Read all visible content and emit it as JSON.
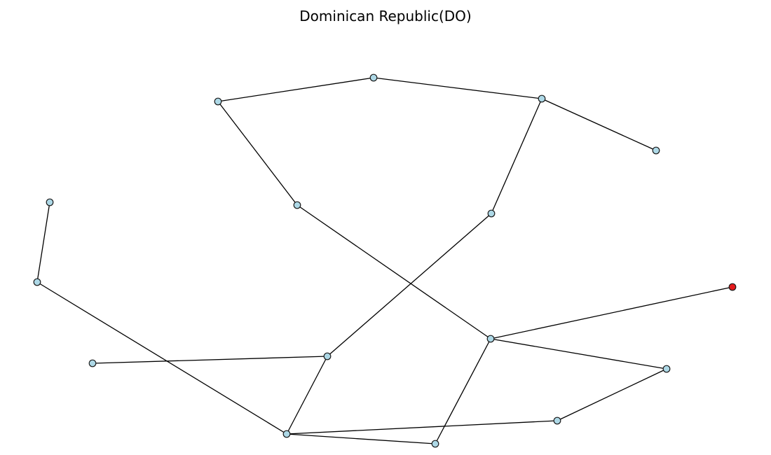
{
  "title": "Dominican Republic(DO)",
  "colors": {
    "node_fill": "#add8e6",
    "node_highlight_fill": "#e31a1c",
    "node_stroke": "#1a1a1a",
    "edge": "#000000"
  },
  "graph": {
    "nodes": [
      {
        "id": "n1",
        "highlight": false
      },
      {
        "id": "n2",
        "highlight": false
      },
      {
        "id": "n3",
        "highlight": false
      },
      {
        "id": "n4",
        "highlight": false
      },
      {
        "id": "n5",
        "highlight": false
      },
      {
        "id": "n6",
        "highlight": false
      },
      {
        "id": "n7",
        "highlight": false
      },
      {
        "id": "n8",
        "highlight": false
      },
      {
        "id": "n9",
        "highlight": false
      },
      {
        "id": "n10",
        "highlight": false
      },
      {
        "id": "n11",
        "highlight": false
      },
      {
        "id": "n12",
        "highlight": false
      },
      {
        "id": "n13",
        "highlight": false
      },
      {
        "id": "n14",
        "highlight": false
      },
      {
        "id": "n15",
        "highlight": false
      },
      {
        "id": "n16",
        "highlight": true
      }
    ],
    "edges": [
      [
        "n1",
        "n2"
      ],
      [
        "n2",
        "n3"
      ],
      [
        "n3",
        "n4"
      ],
      [
        "n3",
        "n5"
      ],
      [
        "n1",
        "n6"
      ],
      [
        "n5",
        "n7"
      ],
      [
        "n6",
        "n8"
      ],
      [
        "n7",
        "n9"
      ],
      [
        "n8",
        "n16"
      ],
      [
        "n8",
        "n10"
      ],
      [
        "n8",
        "n11"
      ],
      [
        "n8",
        "n12"
      ],
      [
        "n9",
        "n11"
      ],
      [
        "n9",
        "n13"
      ],
      [
        "n9",
        "n14"
      ],
      [
        "n10",
        "n13"
      ],
      [
        "n14",
        "n15"
      ]
    ]
  }
}
